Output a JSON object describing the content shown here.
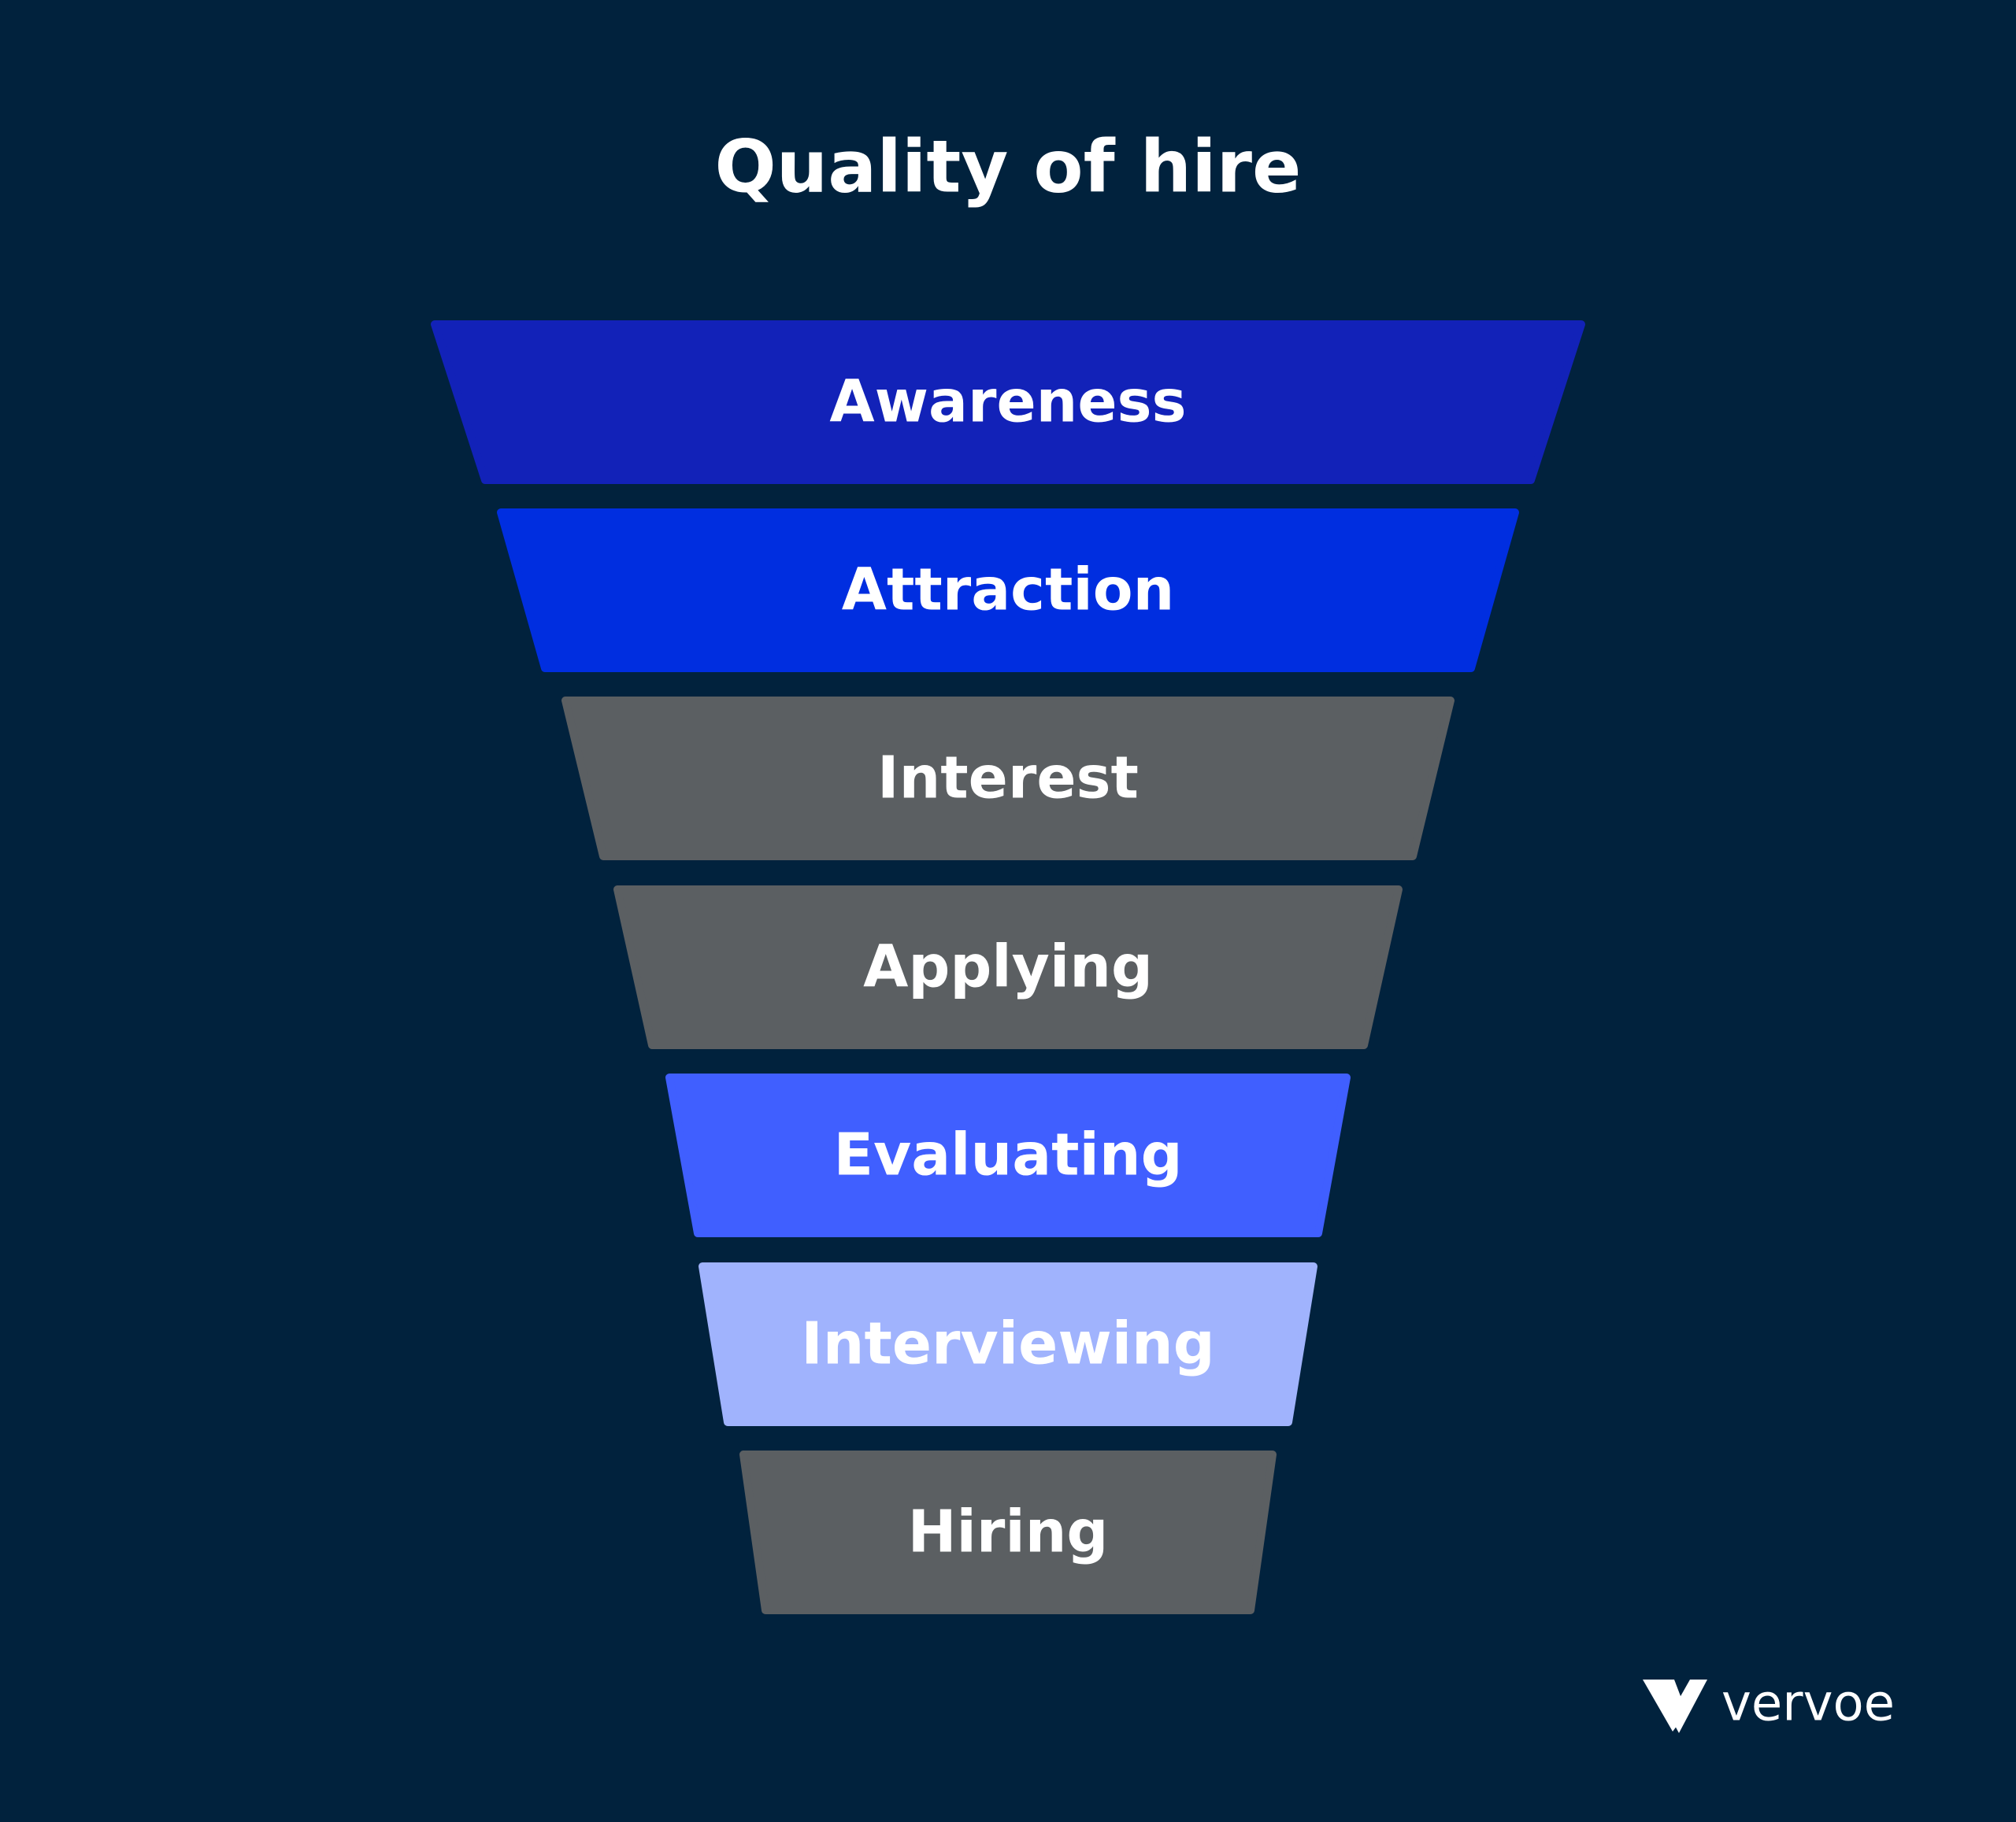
{
  "colors": {
    "background": "#01223d",
    "text": "#ffffff",
    "awareness": "#1222b8",
    "attraction": "#002ee0",
    "gray": "#5b5f62",
    "evaluating": "#405fff",
    "interviewing": "#a0b3fd"
  },
  "title": "Quality of hire",
  "stages": [
    {
      "label": "Awareness",
      "color": "#1222b8"
    },
    {
      "label": "Attraction",
      "color": "#002ee0"
    },
    {
      "label": "Interest",
      "color": "#5b5f62"
    },
    {
      "label": "Applying",
      "color": "#5b5f62"
    },
    {
      "label": "Evaluating",
      "color": "#405fff"
    },
    {
      "label": "Interviewing",
      "color": "#a0b3fd"
    },
    {
      "label": "Hiring",
      "color": "#5b5f62"
    }
  ],
  "brand": {
    "name": "vervoe",
    "icon": "vervoe-v-logo-icon"
  }
}
